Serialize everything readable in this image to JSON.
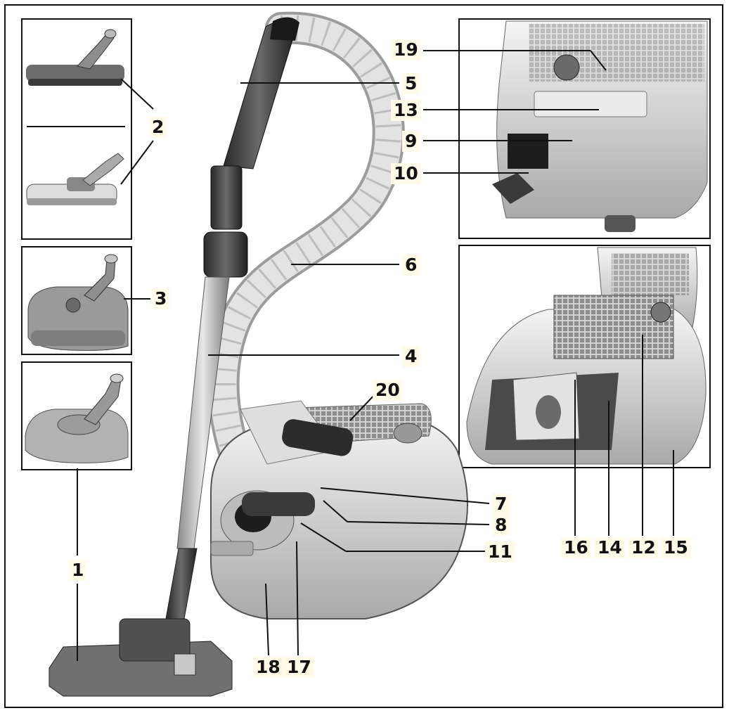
{
  "figure": {
    "description_labels": [
      "1",
      "2",
      "3",
      "4",
      "5",
      "6",
      "7",
      "8",
      "9",
      "10",
      "11",
      "12",
      "13",
      "14",
      "15",
      "16",
      "17",
      "18",
      "19",
      "20"
    ]
  },
  "callouts": {
    "c1": "1",
    "c2": "2",
    "c3": "3",
    "c4": "4",
    "c5": "5",
    "c6": "6",
    "c7": "7",
    "c8": "8",
    "c9": "9",
    "c10": "10",
    "c11": "11",
    "c12": "12",
    "c13": "13",
    "c14": "14",
    "c15": "15",
    "c16": "16",
    "c17": "17",
    "c18": "18",
    "c19": "19",
    "c20": "20"
  },
  "colors": {
    "ink": "#111111",
    "label_bg": "#fffbe8",
    "body_light": "#e6e6e6",
    "body_mid": "#b8b8b8",
    "body_dark": "#555555",
    "hose": "#d9d9d9"
  }
}
